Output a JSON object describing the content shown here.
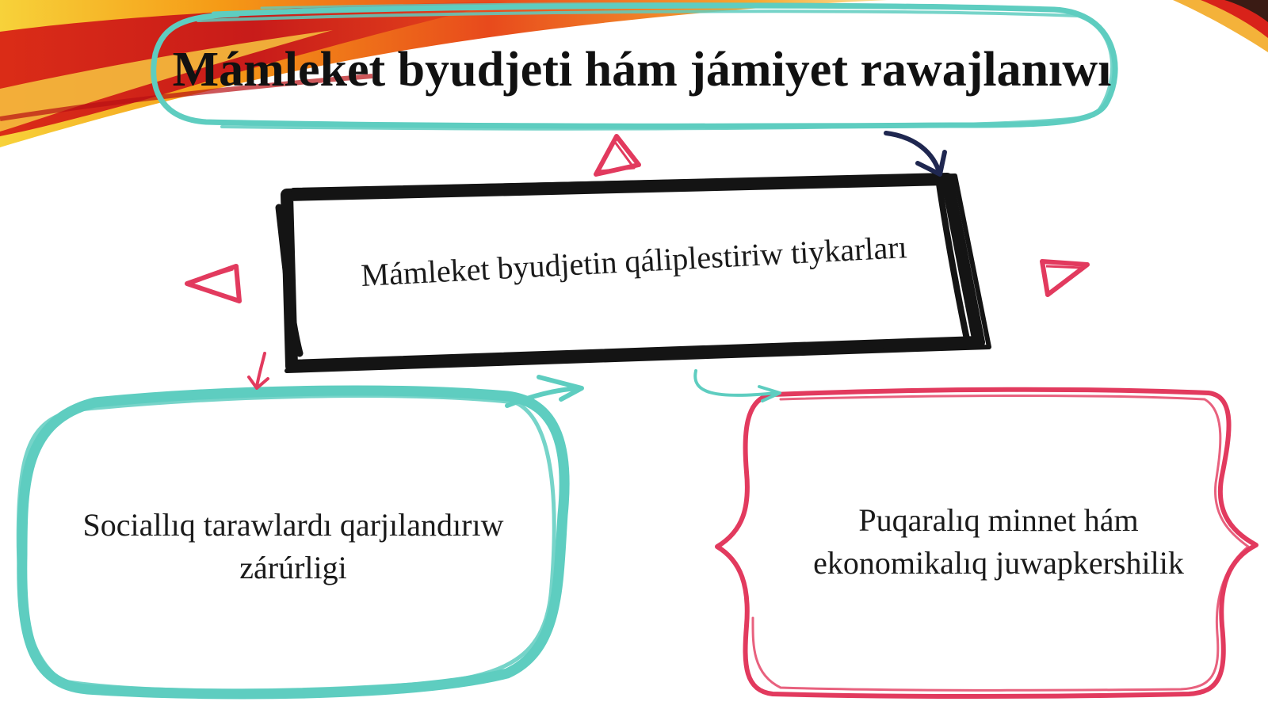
{
  "slide": {
    "title": "Mámleket byudjeti hám jámiyet rawajlanıwı"
  },
  "diagram": {
    "center_box": {
      "label": "Mámleket byudjetin qáliplestiriw tiykarları"
    },
    "left_box": {
      "line1": "Sociallıq tarawlardı qarjılandırıw",
      "line2": "zárúrligi"
    },
    "right_box": {
      "line1": "Puqaralıq minnet hám",
      "line2": "ekonomikalıq juwapkershilik"
    }
  },
  "colors": {
    "teal": "#5ecdc0",
    "pink": "#e23a5e",
    "black": "#141414",
    "navy": "#1f2750",
    "swoosh_red": "#e0311f",
    "swoosh_orange": "#f59a16",
    "swoosh_yellow": "#f7d23a"
  }
}
